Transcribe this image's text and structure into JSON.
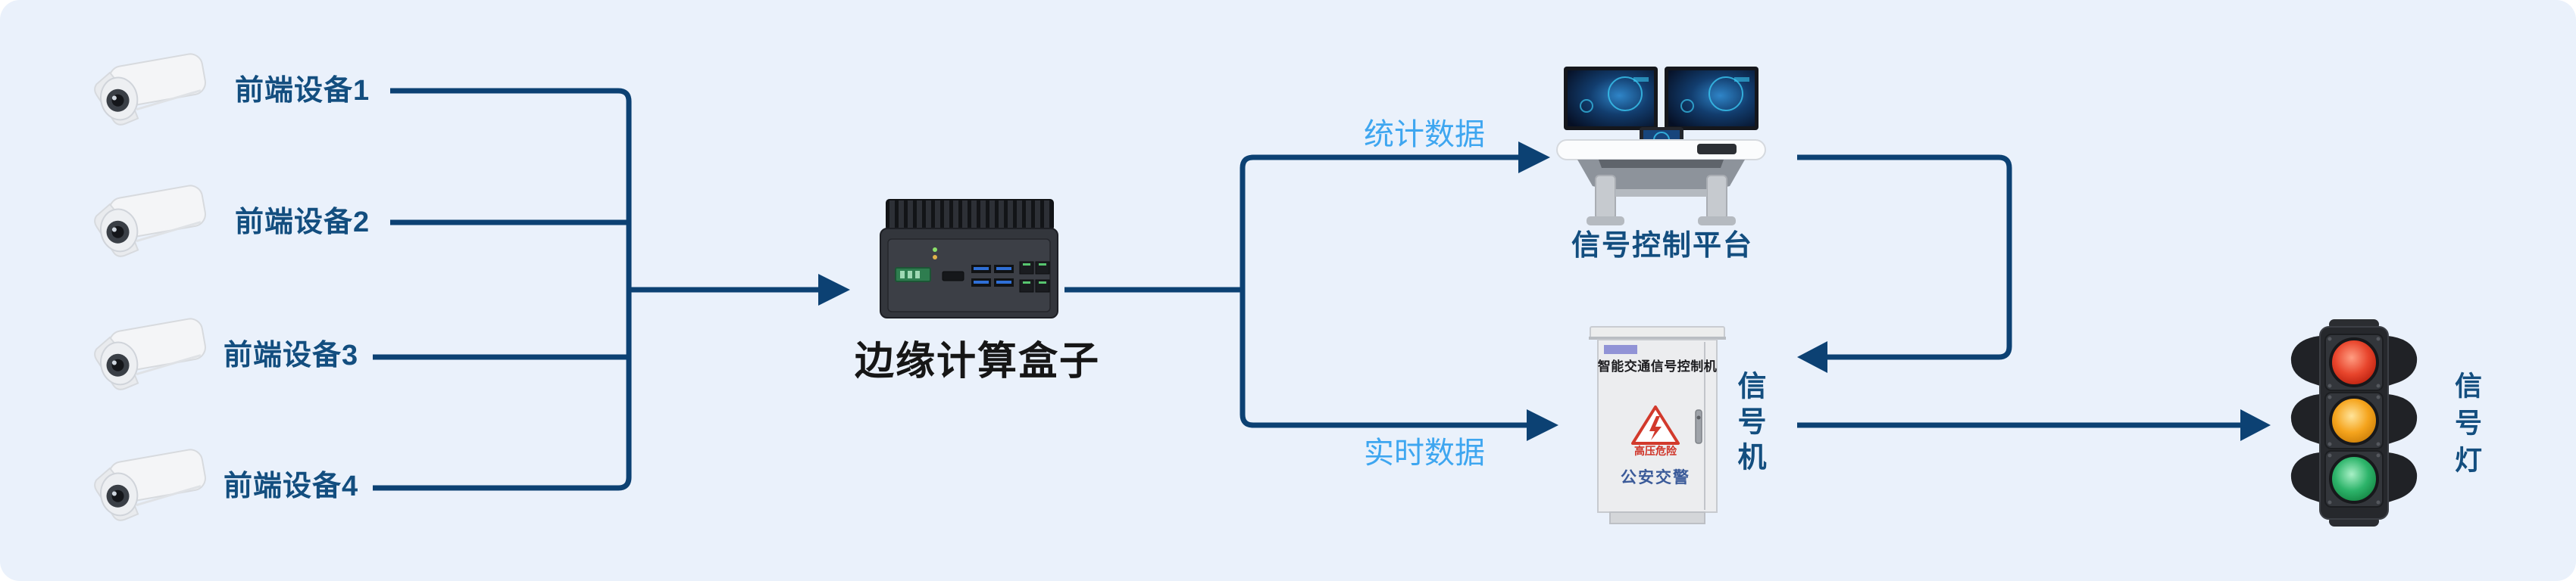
{
  "diagram": {
    "front_devices": [
      {
        "label": "前端设备1"
      },
      {
        "label": "前端设备2"
      },
      {
        "label": "前端设备3"
      },
      {
        "label": "前端设备4"
      }
    ],
    "edge_box_label": "边缘计算盒子",
    "flows": {
      "stats_label": "统计数据",
      "realtime_label": "实时数据"
    },
    "platform_label": "信号控制平台",
    "signal_controller_label": "信号机",
    "cabinet": {
      "title": "智能交通信号控制机",
      "warning": "高压危险",
      "agency": "公安交警"
    },
    "traffic_light_label": "信号灯"
  },
  "icons": {
    "camera": "cctv-camera-icon",
    "edge_box": "edge-computer-icon",
    "platform": "control-desk-icon",
    "cabinet": "signal-cabinet-icon",
    "traffic_light": "traffic-light-icon"
  },
  "colors": {
    "panel_background": "#EAF1FB",
    "connector_line": "#0C4173",
    "node_label_text": "#134E7F",
    "flow_label_text": "#3EA6F0",
    "edge_box_text": "#161616",
    "traffic_red": "#E03A25",
    "traffic_amber": "#F5A41D",
    "traffic_green": "#2DB46A"
  }
}
